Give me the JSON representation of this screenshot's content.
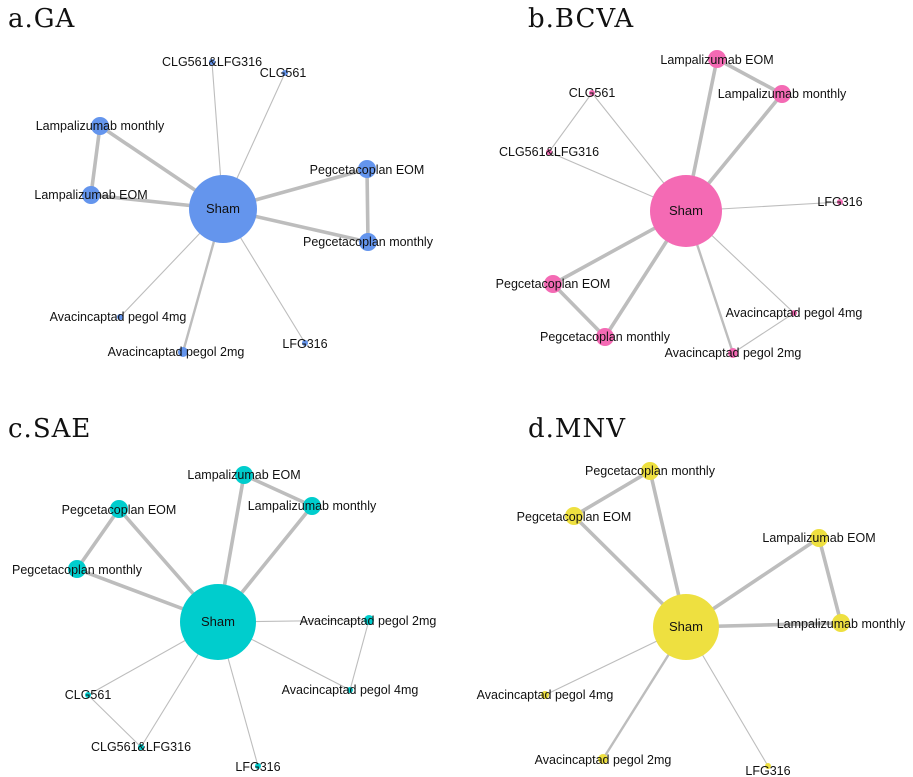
{
  "panels": [
    {
      "id": "ga",
      "title": "a.GA",
      "color": "#6495ED",
      "hub": "Sham",
      "nodes": [
        {
          "key": "sham",
          "label": "Sham",
          "hub": true
        },
        {
          "key": "clg_lfg",
          "label": "CLG561&LFG316"
        },
        {
          "key": "clg",
          "label": "CLG561"
        },
        {
          "key": "lamp_m",
          "label": "Lampalizumab monthly"
        },
        {
          "key": "lamp_e",
          "label": "Lampalizumab EOM"
        },
        {
          "key": "peg_e",
          "label": "Pegcetacoplan EOM"
        },
        {
          "key": "peg_m",
          "label": "Pegcetacoplan monthly"
        },
        {
          "key": "ava4",
          "label": "Avacincaptad pegol 4mg"
        },
        {
          "key": "ava2",
          "label": "Avacincaptad pegol 2mg"
        },
        {
          "key": "lfg",
          "label": "LFG316"
        }
      ],
      "edges": [
        {
          "from": "sham",
          "to": "clg_lfg",
          "weight": 1
        },
        {
          "from": "sham",
          "to": "clg",
          "weight": 1
        },
        {
          "from": "sham",
          "to": "lamp_m",
          "weight": 3
        },
        {
          "from": "sham",
          "to": "lamp_e",
          "weight": 3
        },
        {
          "from": "lamp_m",
          "to": "lamp_e",
          "weight": 3
        },
        {
          "from": "sham",
          "to": "peg_e",
          "weight": 3
        },
        {
          "from": "sham",
          "to": "peg_m",
          "weight": 3
        },
        {
          "from": "peg_e",
          "to": "peg_m",
          "weight": 3
        },
        {
          "from": "sham",
          "to": "ava4",
          "weight": 1
        },
        {
          "from": "sham",
          "to": "ava2",
          "weight": 2
        },
        {
          "from": "sham",
          "to": "lfg",
          "weight": 1
        }
      ]
    },
    {
      "id": "bcva",
      "title": "b.BCVA",
      "color": "#F46AB4",
      "hub": "Sham",
      "nodes": [
        {
          "key": "sham",
          "label": "Sham",
          "hub": true
        },
        {
          "key": "lamp_e",
          "label": "Lampalizumab EOM"
        },
        {
          "key": "lamp_m",
          "label": "Lampalizumab monthly"
        },
        {
          "key": "clg",
          "label": "CLG561"
        },
        {
          "key": "clg_lfg",
          "label": "CLG561&LFG316"
        },
        {
          "key": "lfg",
          "label": "LFG316"
        },
        {
          "key": "peg_e",
          "label": "Pegcetacoplan EOM"
        },
        {
          "key": "peg_m",
          "label": "Pegcetacoplan monthly"
        },
        {
          "key": "ava4",
          "label": "Avacincaptad pegol 4mg"
        },
        {
          "key": "ava2",
          "label": "Avacincaptad pegol 2mg"
        }
      ],
      "edges": [
        {
          "from": "sham",
          "to": "lamp_e",
          "weight": 3
        },
        {
          "from": "sham",
          "to": "lamp_m",
          "weight": 3
        },
        {
          "from": "lamp_e",
          "to": "lamp_m",
          "weight": 3
        },
        {
          "from": "sham",
          "to": "clg",
          "weight": 1
        },
        {
          "from": "sham",
          "to": "clg_lfg",
          "weight": 1
        },
        {
          "from": "clg",
          "to": "clg_lfg",
          "weight": 1
        },
        {
          "from": "sham",
          "to": "lfg",
          "weight": 1
        },
        {
          "from": "sham",
          "to": "peg_e",
          "weight": 3
        },
        {
          "from": "sham",
          "to": "peg_m",
          "weight": 3
        },
        {
          "from": "peg_e",
          "to": "peg_m",
          "weight": 3
        },
        {
          "from": "sham",
          "to": "ava4",
          "weight": 1
        },
        {
          "from": "sham",
          "to": "ava2",
          "weight": 2
        },
        {
          "from": "ava4",
          "to": "ava2",
          "weight": 1
        }
      ]
    },
    {
      "id": "sae",
      "title": "c.SAE",
      "color": "#00CDCD",
      "hub": "Sham",
      "nodes": [
        {
          "key": "sham",
          "label": "Sham",
          "hub": true
        },
        {
          "key": "lamp_e",
          "label": "Lampalizumab EOM"
        },
        {
          "key": "lamp_m",
          "label": "Lampalizumab monthly"
        },
        {
          "key": "peg_e",
          "label": "Pegcetacoplan EOM"
        },
        {
          "key": "peg_m",
          "label": "Pegcetacoplan monthly"
        },
        {
          "key": "ava2",
          "label": "Avacincaptad pegol 2mg"
        },
        {
          "key": "ava4",
          "label": "Avacincaptad pegol 4mg"
        },
        {
          "key": "clg",
          "label": "CLG561"
        },
        {
          "key": "clg_lfg",
          "label": "CLG561&LFG316"
        },
        {
          "key": "lfg",
          "label": "LFG316"
        }
      ],
      "edges": [
        {
          "from": "sham",
          "to": "lamp_e",
          "weight": 3
        },
        {
          "from": "sham",
          "to": "lamp_m",
          "weight": 3
        },
        {
          "from": "lamp_e",
          "to": "lamp_m",
          "weight": 3
        },
        {
          "from": "sham",
          "to": "peg_e",
          "weight": 3
        },
        {
          "from": "sham",
          "to": "peg_m",
          "weight": 3
        },
        {
          "from": "peg_e",
          "to": "peg_m",
          "weight": 3
        },
        {
          "from": "sham",
          "to": "ava2",
          "weight": 1
        },
        {
          "from": "sham",
          "to": "ava4",
          "weight": 1
        },
        {
          "from": "ava2",
          "to": "ava4",
          "weight": 1
        },
        {
          "from": "sham",
          "to": "clg",
          "weight": 1
        },
        {
          "from": "sham",
          "to": "clg_lfg",
          "weight": 1
        },
        {
          "from": "clg",
          "to": "clg_lfg",
          "weight": 1
        },
        {
          "from": "sham",
          "to": "lfg",
          "weight": 1
        }
      ]
    },
    {
      "id": "mnv",
      "title": "d.MNV",
      "color": "#EEE040",
      "hub": "Sham",
      "nodes": [
        {
          "key": "sham",
          "label": "Sham",
          "hub": true
        },
        {
          "key": "peg_m",
          "label": "Pegcetacoplan monthly"
        },
        {
          "key": "peg_e",
          "label": "Pegcetacoplan EOM"
        },
        {
          "key": "lamp_e",
          "label": "Lampalizumab EOM"
        },
        {
          "key": "lamp_m",
          "label": "Lampalizumab monthly"
        },
        {
          "key": "ava4",
          "label": "Avacincaptad pegol 4mg"
        },
        {
          "key": "ava2",
          "label": "Avacincaptad pegol 2mg"
        },
        {
          "key": "lfg",
          "label": "LFG316"
        }
      ],
      "edges": [
        {
          "from": "sham",
          "to": "peg_m",
          "weight": 3
        },
        {
          "from": "sham",
          "to": "peg_e",
          "weight": 3
        },
        {
          "from": "peg_e",
          "to": "peg_m",
          "weight": 3
        },
        {
          "from": "sham",
          "to": "lamp_e",
          "weight": 3
        },
        {
          "from": "sham",
          "to": "lamp_m",
          "weight": 3
        },
        {
          "from": "lamp_e",
          "to": "lamp_m",
          "weight": 3
        },
        {
          "from": "sham",
          "to": "ava4",
          "weight": 1
        },
        {
          "from": "sham",
          "to": "ava2",
          "weight": 2
        },
        {
          "from": "sham",
          "to": "lfg",
          "weight": 1
        }
      ]
    }
  ]
}
